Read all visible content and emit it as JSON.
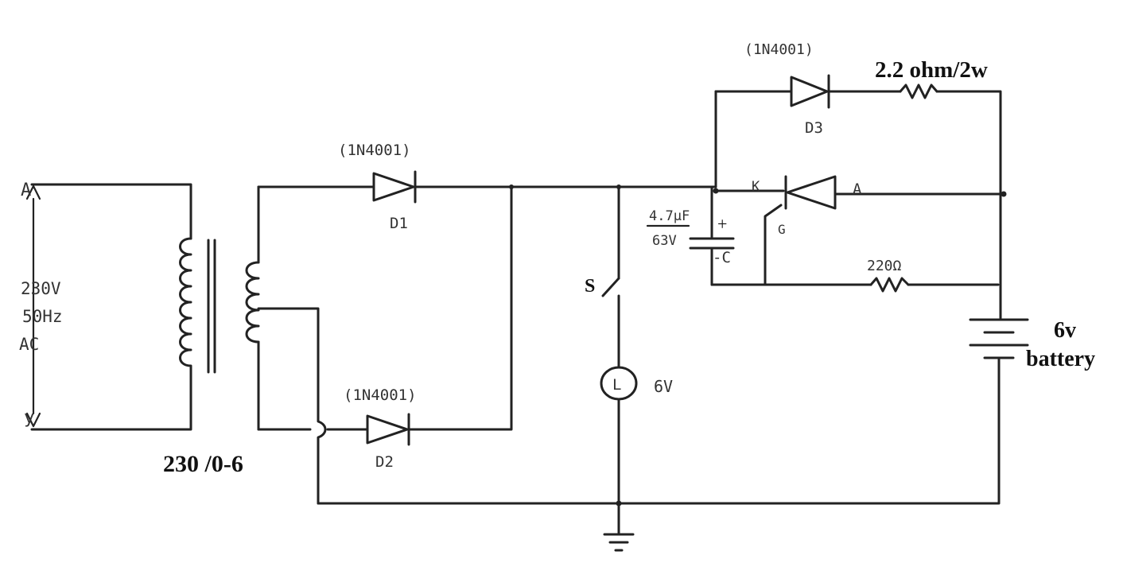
{
  "labels": {
    "source_voltage": "230V",
    "source_freq": "50Hz",
    "source_type": "AC",
    "source_top_terminal": "A",
    "source_bottom_terminal": "y",
    "transformer_rating": "230 /0-6",
    "d1_part": "(1N4001)",
    "d1_name": "D1",
    "d2_part": "(1N4001)",
    "d2_name": "D2",
    "d3_part": "(1N4001)",
    "d3_name": "D3",
    "series_resistor": "2.2 ohm/2w",
    "scr_cathode": "K",
    "scr_anode": "A",
    "scr_gate": "G",
    "capacitor_value": "4.7µF",
    "capacitor_voltage": "63V",
    "capacitor_plus": "+",
    "capacitor_minus": "-C",
    "gate_resistor": "220Ω",
    "switch_label": "S",
    "lamp_symbol": "L",
    "lamp_voltage": "6V",
    "battery_voltage": "6v",
    "battery_label": "battery"
  }
}
